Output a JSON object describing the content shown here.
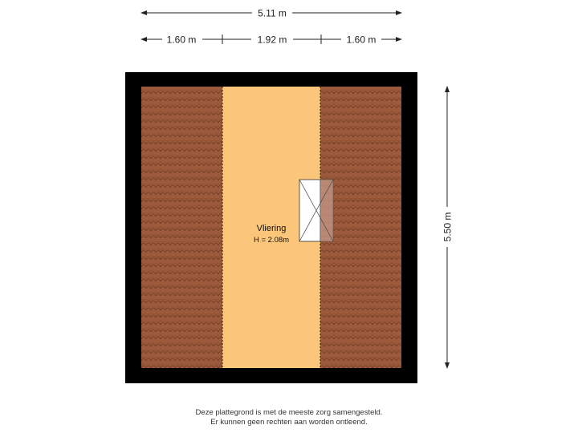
{
  "dimensions": {
    "total_width": "5.11 m",
    "segments": [
      "1.60 m",
      "1.92 m",
      "1.60 m"
    ],
    "height": "5.50 m"
  },
  "room": {
    "name": "Vliering",
    "height": "H = 2.08m"
  },
  "disclaimer": {
    "line1": "Deze plattegrond is met de meeste zorg samengesteld.",
    "line2": "Er kunnen geen rechten aan worden ontleend."
  },
  "colors": {
    "wall": "#000000",
    "roof_tile": "#9b5a3c",
    "tile_line": "#6e3a22",
    "floor": "#fbc57a",
    "hatch": "#ffffff"
  }
}
